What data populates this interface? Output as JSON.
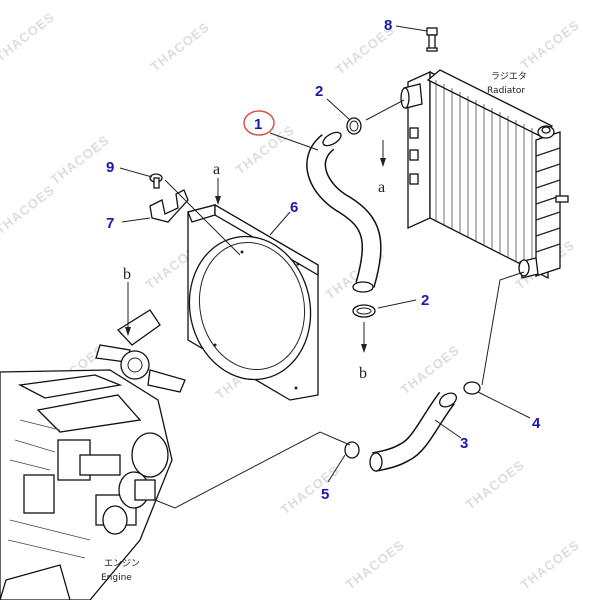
{
  "watermark": "THACOES",
  "callouts": [
    {
      "num": "1",
      "color": "#1a1aa8",
      "circled": true,
      "ring": "#d9534f"
    },
    {
      "num": "2",
      "color": "#1a1aa8"
    },
    {
      "num": "2",
      "color": "#1a1aa8"
    },
    {
      "num": "3",
      "color": "#1a1aa8"
    },
    {
      "num": "4",
      "color": "#1a1aa8"
    },
    {
      "num": "5",
      "color": "#1a1aa8"
    },
    {
      "num": "6",
      "color": "#1a1aa8"
    },
    {
      "num": "7",
      "color": "#1a1aa8"
    },
    {
      "num": "8",
      "color": "#1a1aa8"
    },
    {
      "num": "9",
      "color": "#1a1aa8"
    }
  ],
  "labels": {
    "radiator_jp": "ラジエタ",
    "radiator_en": "Radiator",
    "engine_jp": "エンジン",
    "engine_en": "Engine",
    "ref_a_top": "a",
    "ref_a_bottom": "a",
    "ref_b_top": "b",
    "ref_b_bottom": "b"
  }
}
